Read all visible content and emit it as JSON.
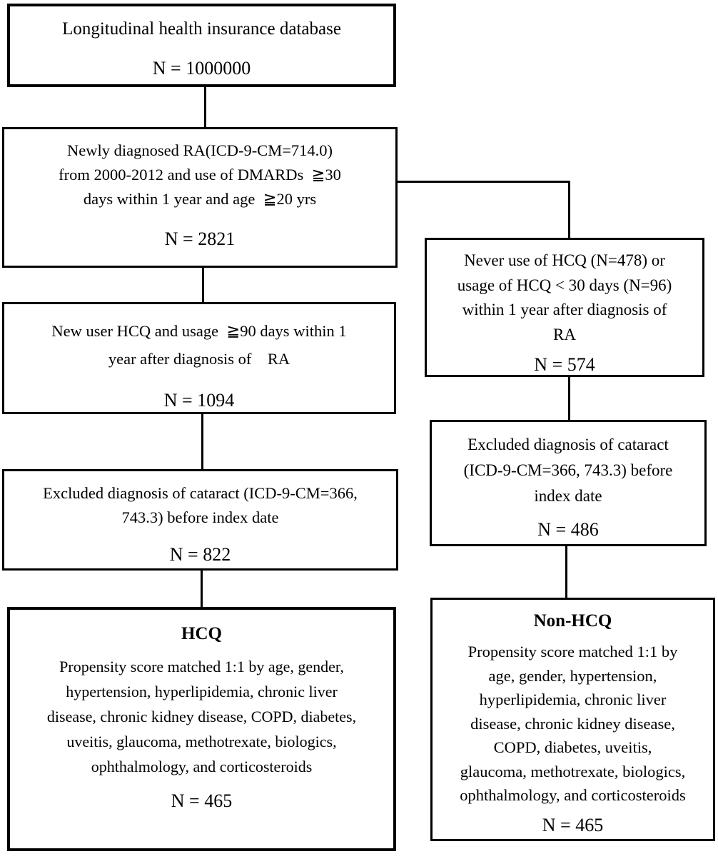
{
  "colors": {
    "border": "#000000",
    "background": "#ffffff",
    "text": "#000000"
  },
  "flowchart": {
    "boxes": [
      {
        "id": "database",
        "body": "Longitudinal health insurance database",
        "n": "N = 1000000"
      },
      {
        "id": "newly-diagnosed-ra",
        "body": "Newly diagnosed RA(ICD-9-CM=714.0)\nfrom 2000-2012 and use of DMARDs  ≧30\ndays within 1 year and age  ≧20 yrs",
        "n": "N = 2821"
      },
      {
        "id": "new-user-hcq",
        "body": "New user HCQ and usage  ≧90 days within 1\nyear after diagnosis of    RA",
        "n": "N = 1094"
      },
      {
        "id": "excluded-cataract-hcq",
        "body": "Excluded diagnosis of cataract (ICD-9-CM=366,\n743.3) before index date",
        "n": "N = 822"
      },
      {
        "id": "hcq-matched",
        "title": "HCQ",
        "body": "Propensity score matched 1:1 by age, gender,\nhypertension, hyperlipidemia, chronic liver\ndisease, chronic kidney disease, COPD, diabetes,\nuveitis, glaucoma, methotrexate, biologics,\nophthalmology, and corticosteroids",
        "n": "N = 465"
      },
      {
        "id": "never-use-hcq",
        "body": "Never use of HCQ (N=478) or\nusage of HCQ < 30 days (N=96)\nwithin 1 year after diagnosis of\nRA",
        "n": "N = 574"
      },
      {
        "id": "excluded-cataract-nonhcq",
        "body": "Excluded diagnosis of cataract\n(ICD-9-CM=366, 743.3) before\nindex date",
        "n": "N = 486"
      },
      {
        "id": "nonhcq-matched",
        "title": "Non-HCQ",
        "body": "Propensity score matched 1:1 by\nage, gender, hypertension,\nhyperlipidemia, chronic liver\ndisease, chronic kidney disease,\nCOPD, diabetes, uveitis,\nglaucoma, methotrexate, biologics,\nophthalmology, and corticosteroids",
        "n": "N = 465"
      }
    ],
    "edges": [
      {
        "from": "database",
        "to": "newly-diagnosed-ra"
      },
      {
        "from": "newly-diagnosed-ra",
        "to": "new-user-hcq"
      },
      {
        "from": "newly-diagnosed-ra",
        "to": "never-use-hcq"
      },
      {
        "from": "new-user-hcq",
        "to": "excluded-cataract-hcq"
      },
      {
        "from": "excluded-cataract-hcq",
        "to": "hcq-matched"
      },
      {
        "from": "never-use-hcq",
        "to": "excluded-cataract-nonhcq"
      },
      {
        "from": "excluded-cataract-nonhcq",
        "to": "nonhcq-matched"
      }
    ]
  }
}
